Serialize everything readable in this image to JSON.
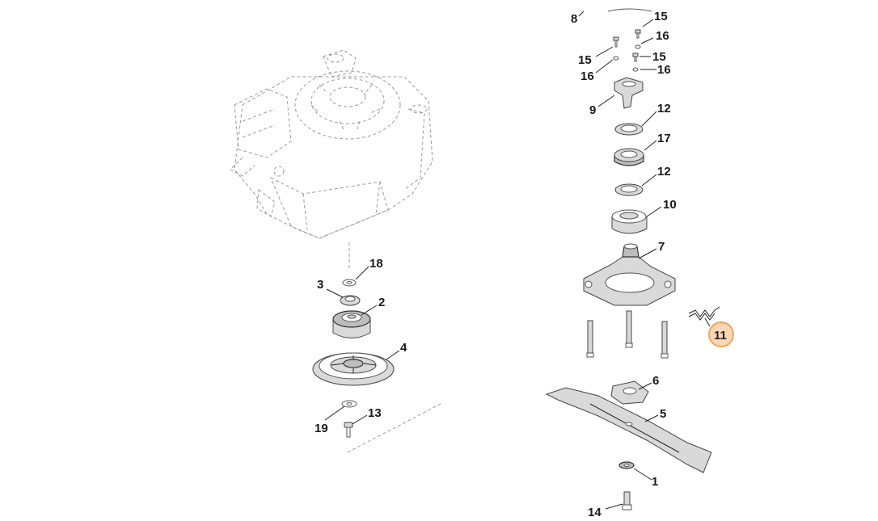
{
  "diagram": {
    "labels": [
      {
        "id": "label-8",
        "text": "8"
      },
      {
        "id": "label-15a",
        "text": "15"
      },
      {
        "id": "label-16a",
        "text": "16"
      },
      {
        "id": "label-15b",
        "text": "15"
      },
      {
        "id": "label-15c",
        "text": "15"
      },
      {
        "id": "label-16b",
        "text": "16"
      },
      {
        "id": "label-16c",
        "text": "16"
      },
      {
        "id": "label-9",
        "text": "9"
      },
      {
        "id": "label-12a",
        "text": "12"
      },
      {
        "id": "label-17",
        "text": "17"
      },
      {
        "id": "label-12b",
        "text": "12"
      },
      {
        "id": "label-10",
        "text": "10"
      },
      {
        "id": "label-7",
        "text": "7"
      },
      {
        "id": "label-11",
        "text": "11"
      },
      {
        "id": "label-6",
        "text": "6"
      },
      {
        "id": "label-5",
        "text": "5"
      },
      {
        "id": "label-1",
        "text": "1"
      },
      {
        "id": "label-14",
        "text": "14"
      },
      {
        "id": "label-18",
        "text": "18"
      },
      {
        "id": "label-3",
        "text": "3"
      },
      {
        "id": "label-2",
        "text": "2"
      },
      {
        "id": "label-4",
        "text": "4"
      },
      {
        "id": "label-19",
        "text": "19"
      },
      {
        "id": "label-13",
        "text": "13"
      }
    ],
    "highlight_color": "#f7a35c",
    "highlight_fill": "#fbd7b5"
  }
}
